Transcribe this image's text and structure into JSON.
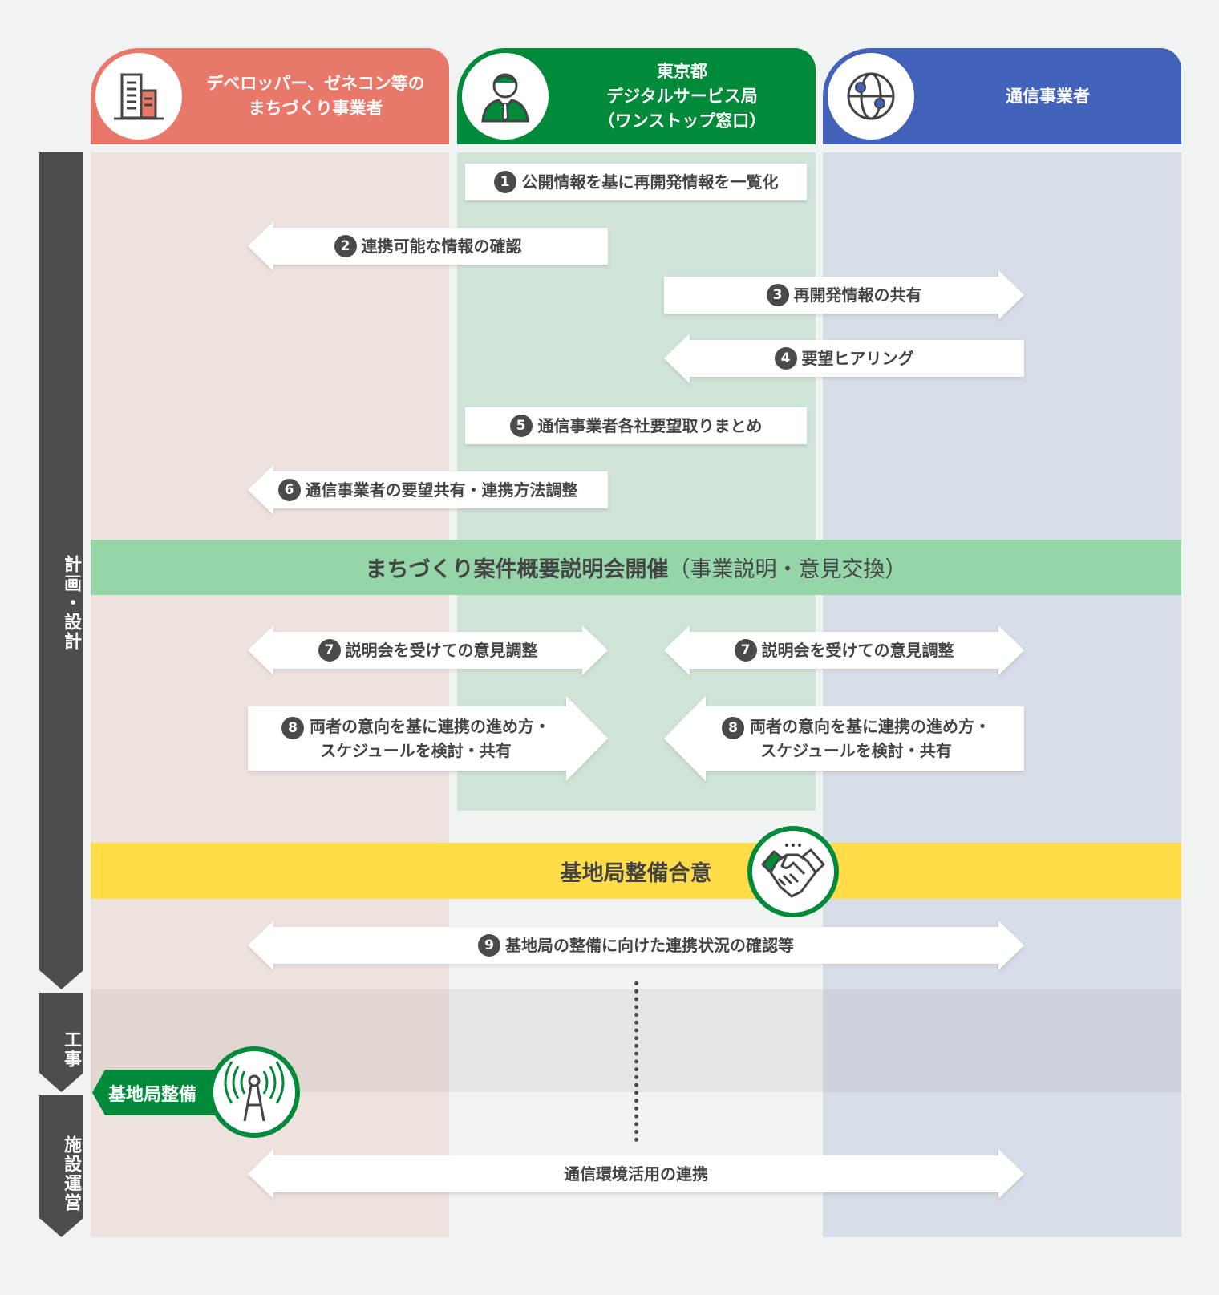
{
  "headers": {
    "developer": "デベロッパー、ゼネコン等の\nまちづくり事業者",
    "tokyo_line1": "東京都",
    "tokyo_line2": "デジタルサービス局",
    "tokyo_line3": "（ワンストップ窓口）",
    "carrier": "通信事業者"
  },
  "phases": [
    "計画・設計",
    "工事",
    "施設運営"
  ],
  "steps": [
    {
      "num": "1",
      "text": "公開情報を基に再開発情報を一覧化"
    },
    {
      "num": "2",
      "text": "連携可能な情報の確認"
    },
    {
      "num": "3",
      "text": "再開発情報の共有"
    },
    {
      "num": "4",
      "text": "要望ヒアリング"
    },
    {
      "num": "5",
      "text": "通信事業者各社要望取りまとめ"
    },
    {
      "num": "6",
      "text": "通信事業者の要望共有・連携方法調整"
    },
    {
      "num": "7",
      "text": "説明会を受けての意見調整"
    },
    {
      "num": "8",
      "text_line1": "両者の意向を基に連携の進め方・",
      "text_line2": "スケジュールを検討・共有"
    },
    {
      "num": "9",
      "text": "基地局の整備に向けた連携状況の確認等"
    }
  ],
  "meeting_band": {
    "main": "まちづくり案件概要説明会開催",
    "sub": "（事業説明・意見交換）"
  },
  "agreement_band": "基地局整備合意",
  "construction_tag": "基地局整備",
  "operation_arrow": "通信環境活用の連携",
  "colors": {
    "developer": "#e8796a",
    "tokyo": "#008a3a",
    "carrier": "#4262b9",
    "meeting": "#94d6a8",
    "agreement": "#ffdc48"
  }
}
